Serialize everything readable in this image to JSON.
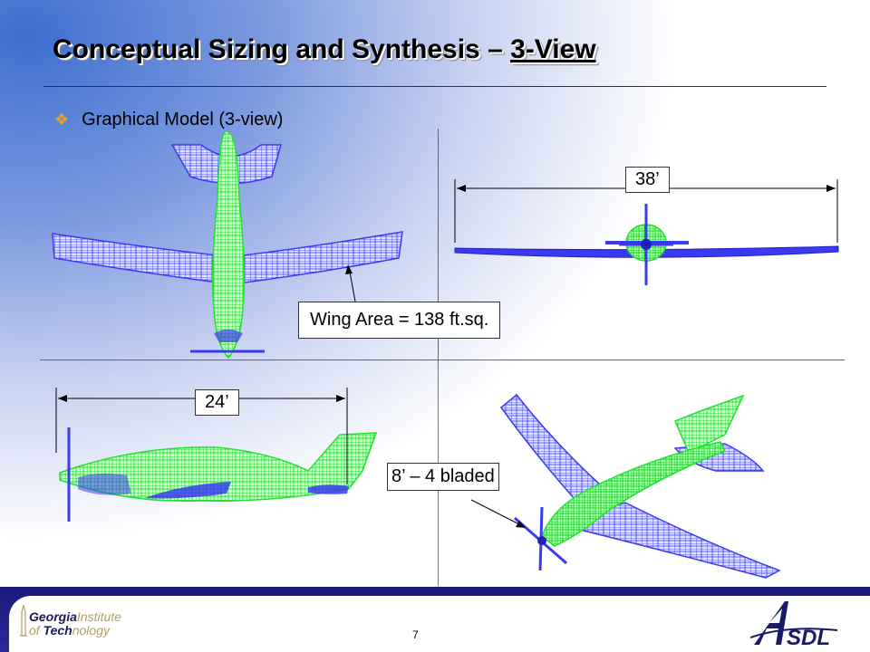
{
  "title": {
    "main": "Conceptual Sizing and Synthesis – ",
    "underlined": "3-View"
  },
  "bullet": {
    "text": "Graphical Model (3-view)"
  },
  "callouts": {
    "span": "38’",
    "wing_area": "Wing Area = 138 ft.sq.",
    "length": "24’",
    "prop": "8’ – 4 bladed"
  },
  "footer": {
    "page_number": "7",
    "gt_line1_bold": "Georgia",
    "gt_line1_light": "Institute",
    "gt_line2_light": "of ",
    "gt_line2_bold": "Tech",
    "gt_line2_light2": "nology",
    "asdl": "SDL"
  },
  "colors": {
    "wing": "#3a3af0",
    "fuselage": "#22e030",
    "accent": "#e7a421",
    "footer": "#1a1a7a"
  }
}
